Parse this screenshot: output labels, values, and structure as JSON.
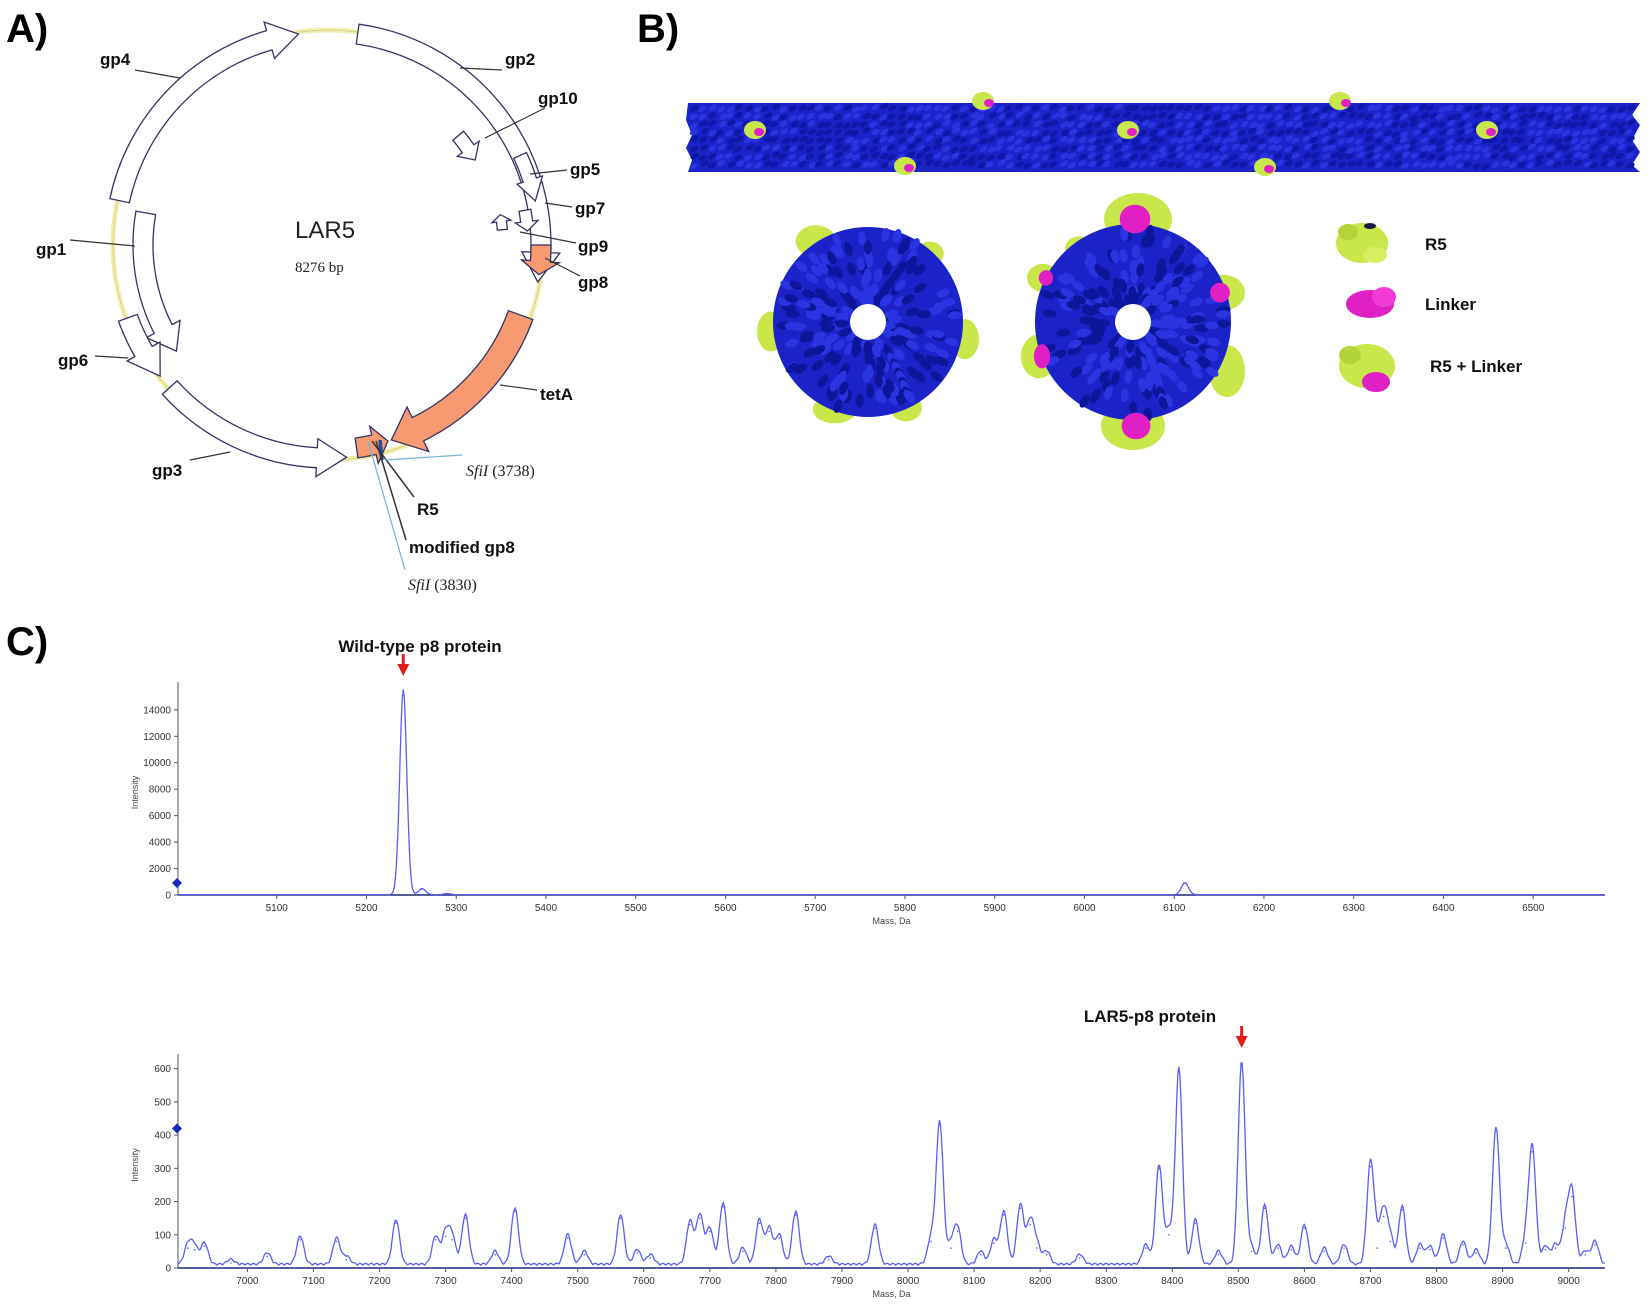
{
  "panels": {
    "a": "A)",
    "b": "B)",
    "c": "C)"
  },
  "plasmid": {
    "name": "LAR5",
    "size": "8276 bp",
    "genes": [
      "gp4",
      "gp2",
      "gp10",
      "gp5",
      "gp7",
      "gp9",
      "gp8",
      "gp1",
      "gp6",
      "gp3",
      "tetA",
      "R5",
      "modified gp8"
    ],
    "sites": [
      {
        "name": "SfiI",
        "pos": "(3738)"
      },
      {
        "name": "SfiI",
        "pos": "(3830)"
      }
    ],
    "colors": {
      "backbone": "#f3efb0",
      "gene_outline": "#333366",
      "tetA": "#f79a72"
    }
  },
  "structure": {
    "legend": [
      "R5",
      "Linker",
      "R5 + Linker"
    ],
    "colors": {
      "coat": "#1a22c8",
      "r5": "#c9e64a",
      "linker": "#e01fc4"
    }
  },
  "chart_data": [
    {
      "type": "line",
      "annotation": "Wild-type p8 protein",
      "xlabel": "Mass, Da",
      "ylabel": "Intensity",
      "xlim": [
        4990,
        6580
      ],
      "ylim": [
        0,
        15500
      ],
      "xticks": [
        5100,
        5200,
        5300,
        5400,
        5500,
        5600,
        5700,
        5800,
        5900,
        6000,
        6100,
        6200,
        6300,
        6400,
        6500
      ],
      "yticks": [
        0,
        2000,
        4000,
        6000,
        8000,
        10000,
        12000,
        14000
      ],
      "peaks": [
        [
          5241,
          15500
        ],
        [
          5262,
          450
        ],
        [
          5290,
          80
        ],
        [
          6112,
          900
        ]
      ],
      "annotated_peak_x": 5241
    },
    {
      "type": "line",
      "annotation": "LAR5-p8 protein",
      "xlabel": "Mass, Da",
      "ylabel": "Intensity",
      "xlim": [
        6895,
        9055
      ],
      "ylim": [
        0,
        620
      ],
      "xticks": [
        7000,
        7100,
        7200,
        7300,
        7400,
        7500,
        7600,
        7700,
        7800,
        7900,
        8000,
        8100,
        8200,
        8300,
        8400,
        8500,
        8600,
        8700,
        8800,
        8900,
        9000
      ],
      "yticks": [
        0,
        100,
        200,
        300,
        400,
        500,
        600
      ],
      "peaks": [
        [
          6910,
          60
        ],
        [
          6920,
          55
        ],
        [
          6935,
          65
        ],
        [
          6975,
          15
        ],
        [
          7030,
          35
        ],
        [
          7080,
          85
        ],
        [
          7135,
          80
        ],
        [
          7150,
          25
        ],
        [
          7225,
          135
        ],
        [
          7285,
          85
        ],
        [
          7300,
          95
        ],
        [
          7310,
          85
        ],
        [
          7330,
          150
        ],
        [
          7375,
          40
        ],
        [
          7405,
          170
        ],
        [
          7485,
          90
        ],
        [
          7510,
          40
        ],
        [
          7565,
          150
        ],
        [
          7590,
          45
        ],
        [
          7610,
          30
        ],
        [
          7670,
          130
        ],
        [
          7685,
          150
        ],
        [
          7700,
          110
        ],
        [
          7720,
          185
        ],
        [
          7750,
          50
        ],
        [
          7775,
          135
        ],
        [
          7790,
          110
        ],
        [
          7805,
          90
        ],
        [
          7830,
          160
        ],
        [
          7880,
          25
        ],
        [
          7950,
          120
        ],
        [
          8035,
          80
        ],
        [
          8048,
          430
        ],
        [
          8065,
          60
        ],
        [
          8075,
          110
        ],
        [
          8110,
          40
        ],
        [
          8130,
          75
        ],
        [
          8145,
          160
        ],
        [
          8170,
          180
        ],
        [
          8185,
          130
        ],
        [
          8195,
          60
        ],
        [
          8210,
          40
        ],
        [
          8260,
          30
        ],
        [
          8360,
          60
        ],
        [
          8380,
          300
        ],
        [
          8395,
          100
        ],
        [
          8410,
          590
        ],
        [
          8435,
          135
        ],
        [
          8470,
          40
        ],
        [
          8505,
          610
        ],
        [
          8520,
          50
        ],
        [
          8540,
          180
        ],
        [
          8560,
          60
        ],
        [
          8580,
          55
        ],
        [
          8600,
          120
        ],
        [
          8630,
          50
        ],
        [
          8660,
          60
        ],
        [
          8700,
          305
        ],
        [
          8710,
          60
        ],
        [
          8720,
          155
        ],
        [
          8730,
          80
        ],
        [
          8748,
          175
        ],
        [
          8775,
          60
        ],
        [
          8790,
          55
        ],
        [
          8810,
          90
        ],
        [
          8840,
          70
        ],
        [
          8860,
          45
        ],
        [
          8890,
          415
        ],
        [
          8905,
          60
        ],
        [
          8935,
          75
        ],
        [
          8945,
          350
        ],
        [
          8965,
          55
        ],
        [
          8980,
          60
        ],
        [
          8995,
          120
        ],
        [
          9005,
          215
        ],
        [
          9025,
          40
        ],
        [
          9040,
          70
        ]
      ],
      "annotated_peak_x": 8505
    }
  ]
}
